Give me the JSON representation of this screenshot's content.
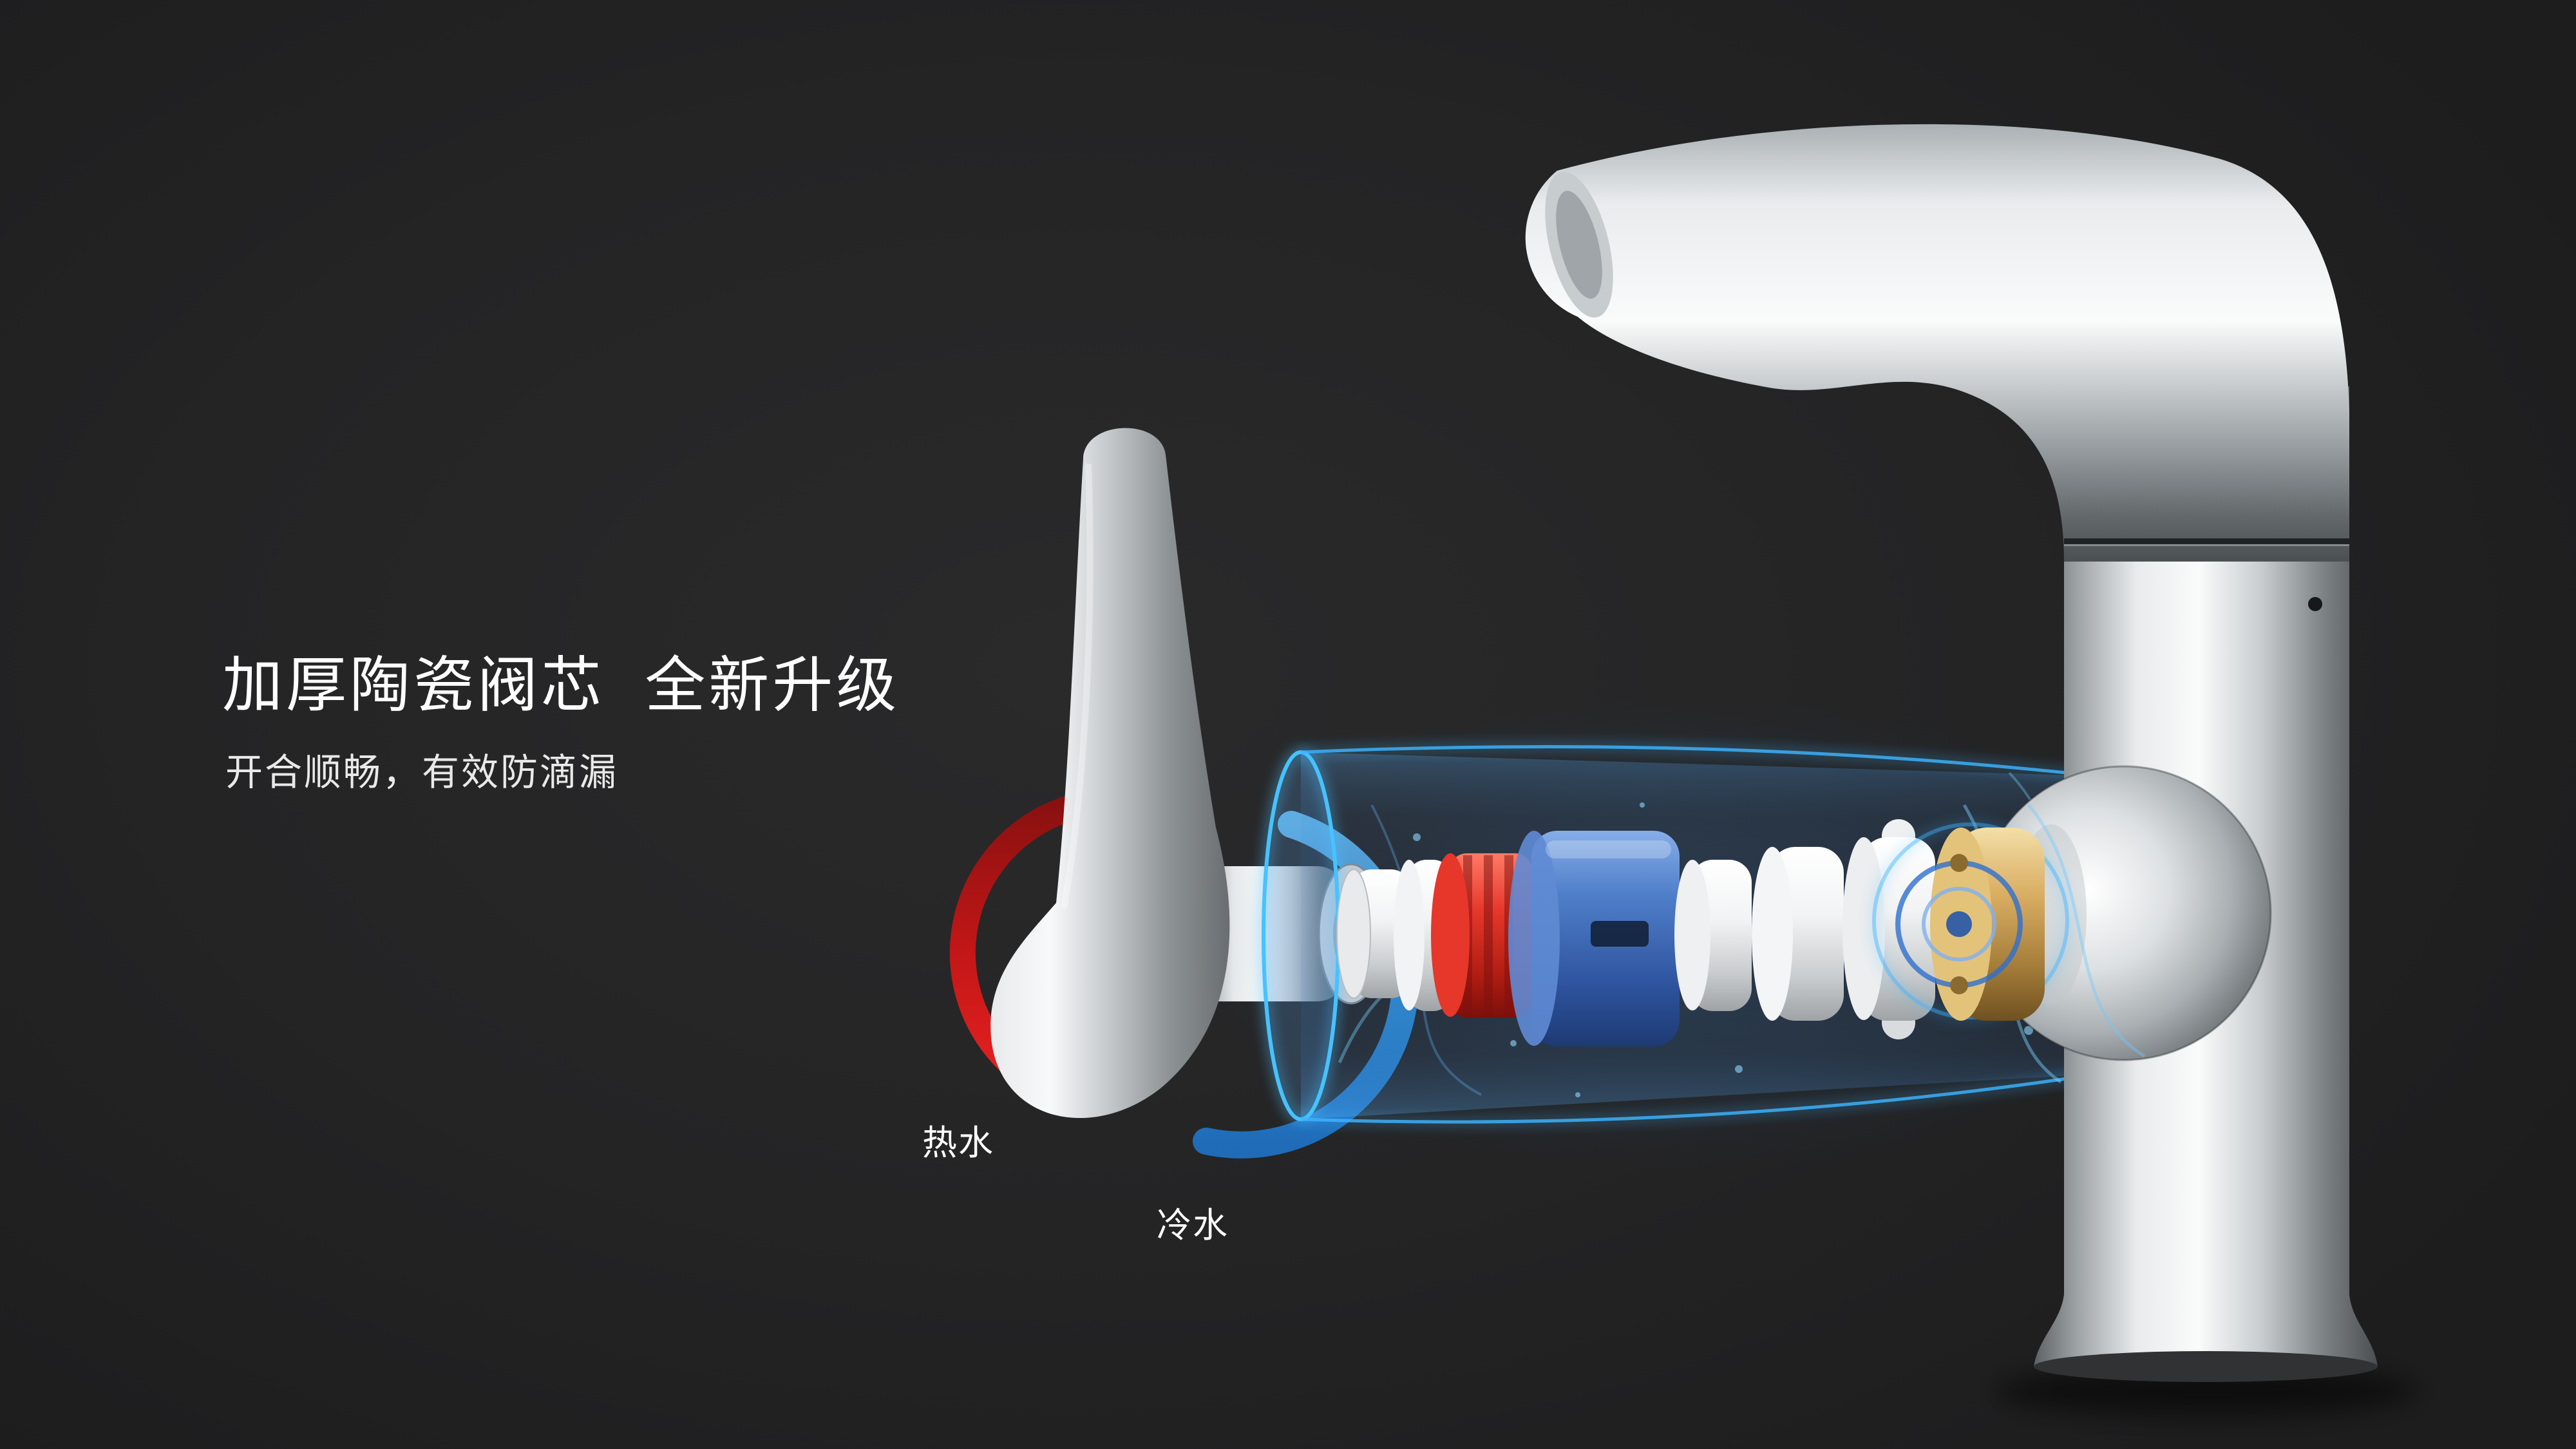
{
  "meta": {
    "background_color": "#232324",
    "scene": "faucet-ceramic-valve-exploded-view"
  },
  "headline": {
    "title": "加厚陶瓷阀芯  全新升级",
    "subtitle": "开合顺畅，有效防滴漏"
  },
  "labels": {
    "hot": "热水",
    "cold": "冷水"
  },
  "colors": {
    "hot_arc": "#d61c1c",
    "cold_arc": "#2f8fd6",
    "energy_glow": "#3db4ff",
    "chrome_highlight": "#fafbfb",
    "chrome_shadow": "#4e5254",
    "cartridge_blue": "#3c6fc0",
    "seal_red": "#d62b1d",
    "brass": "#c49a4e",
    "text": "#ffffff"
  }
}
